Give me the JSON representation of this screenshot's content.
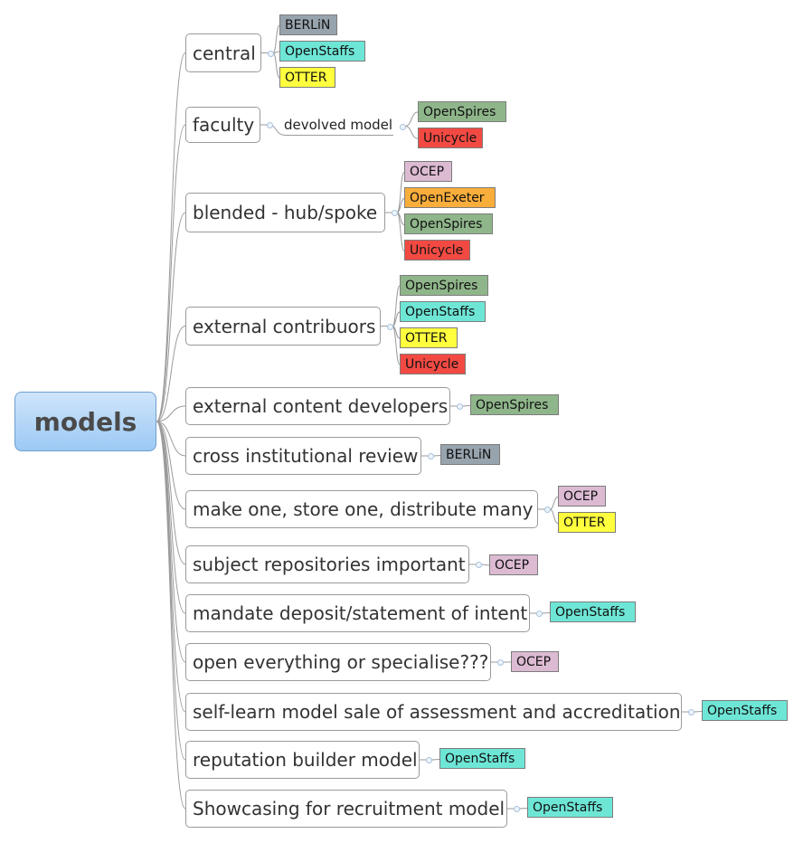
{
  "root": {
    "label": "models"
  },
  "colors": {
    "BERLiN": "#97a3ad",
    "OpenStaffs": "#6ee6d6",
    "OTTER": "#ffff3e",
    "OpenSpires": "#8fb68a",
    "Unicycle": "#f24a43",
    "OCEP": "#dcbad2",
    "OpenExeter": "#f9ad3b"
  },
  "branches": [
    {
      "label": "central",
      "tags": [
        "BERLiN",
        "OpenStaffs",
        "OTTER"
      ]
    },
    {
      "label": "faculty",
      "sub": "devolved model",
      "tags": [
        "OpenSpires",
        "Unicycle"
      ]
    },
    {
      "label": "blended - hub/spoke",
      "tags": [
        "OCEP",
        "OpenExeter",
        "OpenSpires",
        "Unicycle"
      ]
    },
    {
      "label": "external contribuors",
      "tags": [
        "OpenSpires",
        "OpenStaffs",
        "OTTER",
        "Unicycle"
      ]
    },
    {
      "label": "external content developers",
      "tags": [
        "OpenSpires"
      ]
    },
    {
      "label": "cross institutional review",
      "tags": [
        "BERLiN"
      ]
    },
    {
      "label": "make one, store one, distribute many",
      "tags": [
        "OCEP",
        "OTTER"
      ]
    },
    {
      "label": "subject repositories important",
      "tags": [
        "OCEP"
      ]
    },
    {
      "label": "mandate deposit/statement of intent",
      "tags": [
        "OpenStaffs"
      ]
    },
    {
      "label": "open everything or specialise???",
      "tags": [
        "OCEP"
      ]
    },
    {
      "label": "self-learn model sale of assessment and accreditation",
      "tags": [
        "OpenStaffs"
      ]
    },
    {
      "label": "reputation builder model",
      "tags": [
        "OpenStaffs"
      ]
    },
    {
      "label": "Showcasing for recruitment model",
      "tags": [
        "OpenStaffs"
      ]
    }
  ]
}
